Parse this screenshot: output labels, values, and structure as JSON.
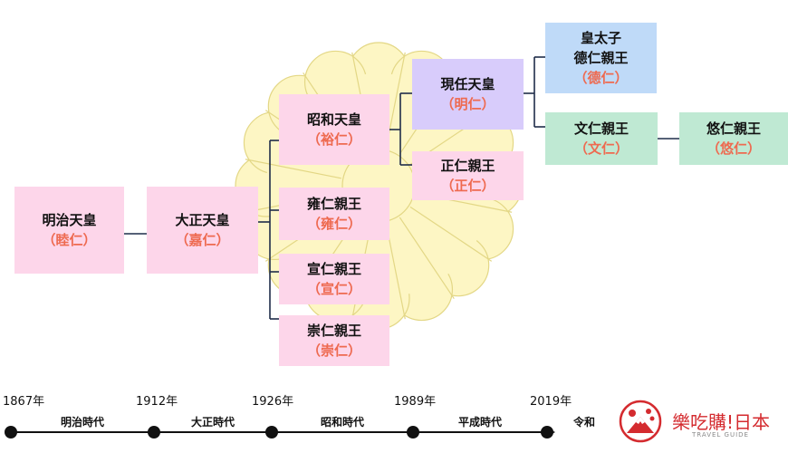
{
  "nodes": {
    "meiji": {
      "name": "明治天皇",
      "given": "（睦仁）",
      "fill": "#fdd6ea"
    },
    "taisho": {
      "name": "大正天皇",
      "given": "（嘉仁）",
      "fill": "#fdd6ea"
    },
    "showa": {
      "name": "昭和天皇",
      "given": "（裕仁）",
      "fill": "#fdd6ea"
    },
    "yasuhito": {
      "name": "雍仁親王",
      "given": "（雍仁）",
      "fill": "#fdd6ea"
    },
    "nobuhito": {
      "name": "宣仁親王",
      "given": "（宣仁）",
      "fill": "#fdd6ea"
    },
    "takahito": {
      "name": "崇仁親王",
      "given": "（崇仁）",
      "fill": "#fdd6ea"
    },
    "current": {
      "name": "現任天皇",
      "given": "（明仁）",
      "fill": "#d8ccfb"
    },
    "masahito": {
      "name": "正仁親王",
      "given": "（正仁）",
      "fill": "#fdd6ea"
    },
    "crown_prince": {
      "title": "皇太子",
      "name": "德仁親王",
      "given": "（德仁）",
      "fill": "#bfdaf8"
    },
    "fumihito": {
      "name": "文仁親王",
      "given": "（文仁）",
      "fill": "#bfe9d3"
    },
    "hisahito": {
      "name": "悠仁親王",
      "given": "（悠仁）",
      "fill": "#bfe9d3"
    }
  },
  "timeline": {
    "years": [
      "1867年",
      "1912年",
      "1926年",
      "1989年",
      "2019年"
    ],
    "eras": [
      "明治時代",
      "大正時代",
      "昭和時代",
      "平成時代",
      "令和"
    ]
  },
  "logo": {
    "brand": "樂吃購!日本",
    "subtitle": "TRAVEL GUIDE"
  },
  "colors": {
    "name_text": "#111111",
    "given_name_text": "#ee6a50",
    "connector": "#1f2d4a",
    "emblem_fill": "#fdf6c4",
    "emblem_stroke": "#e3d785",
    "logo_red": "#d42b2f"
  }
}
